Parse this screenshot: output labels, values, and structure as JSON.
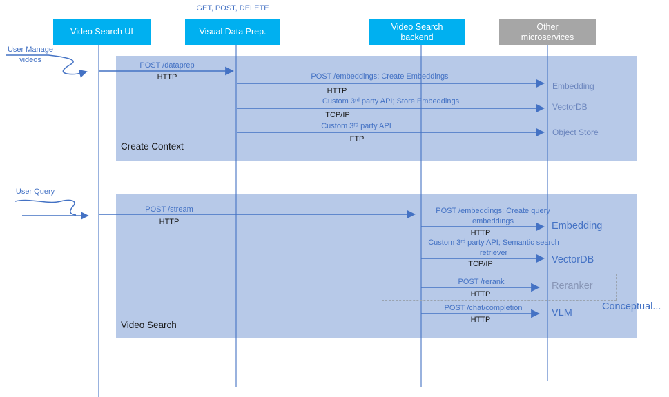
{
  "colors": {
    "accent_blue": "#4472C4",
    "actor_cyan": "#00B0F0",
    "actor_gray": "#A6A6A6",
    "panel_blue": "#B7C9E8",
    "service_muted_blue": "#6C86BE",
    "reranker_gray_blue": "#8795B5"
  },
  "top_note": "GET, POST, DELETE",
  "actors": [
    {
      "label": "Video Search UI"
    },
    {
      "label": "Visual Data Prep."
    },
    {
      "label": "Video Search backend"
    },
    {
      "label": "Other microservices"
    }
  ],
  "annotations": {
    "user_manage_line1": "User Manage",
    "user_manage_line2": "videos",
    "user_query": "User Query",
    "conceptual": "Conceptual..."
  },
  "sections": [
    {
      "title": "Create Context",
      "messages": [
        {
          "label": "POST /dataprep",
          "protocol": "HTTP"
        },
        {
          "label": "POST /embeddings; Create Embeddings",
          "protocol": "HTTP"
        },
        {
          "label": "Custom 3ʳᵈ party API; Store Embeddings",
          "protocol": "TCP/IP"
        },
        {
          "label": "Custom 3ʳᵈ party API",
          "protocol": "FTP"
        }
      ],
      "services": [
        "Embedding",
        "VectorDB",
        "Object Store"
      ]
    },
    {
      "title": "Video Search",
      "messages": [
        {
          "label": "POST /stream",
          "protocol": "HTTP"
        },
        {
          "label": "POST /embeddings; Create query embeddings",
          "protocol": "HTTP"
        },
        {
          "label": "Custom 3ʳᵈ party API; Semantic search retriever",
          "protocol": "TCP/IP"
        },
        {
          "label": "POST /rerank",
          "protocol": "HTTP"
        },
        {
          "label": "POST /chat/completion",
          "protocol": "HTTP"
        }
      ],
      "services": [
        "Embedding",
        "VectorDB",
        "Reranker",
        "VLM"
      ]
    }
  ]
}
